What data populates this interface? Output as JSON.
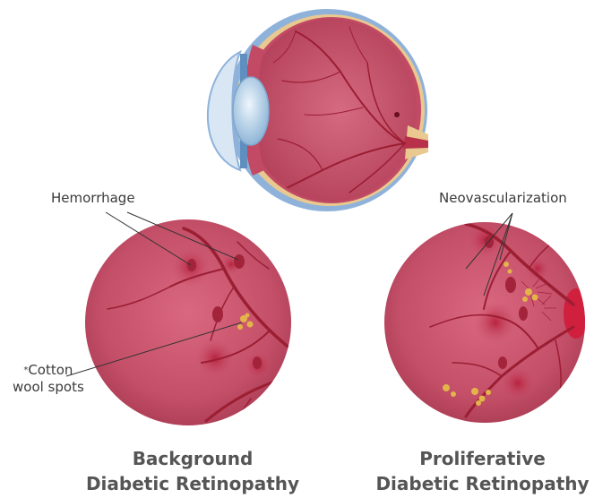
{
  "labels": {
    "hemorrhage": "Hemorrhage",
    "neovascularization": "Neovascularization",
    "cotton_asterisk": "*",
    "cotton_line1": "Cotton",
    "cotton_line2": "wool spots"
  },
  "titles": {
    "background_line1": "Background",
    "background_line2": "Diabetic Retinopathy",
    "proliferative_line1": "Proliferative",
    "proliferative_line2": "Diabetic Retinopathy"
  },
  "colors": {
    "retina": "#c9506a",
    "vessel": "#9b1e33",
    "hemorrhage": "#b8304a",
    "exudate": "#e3b44a",
    "sclera": "#e9c98f",
    "outer": "#8fb2db",
    "lens": "#bcd9ef",
    "background": "#ffffff"
  }
}
